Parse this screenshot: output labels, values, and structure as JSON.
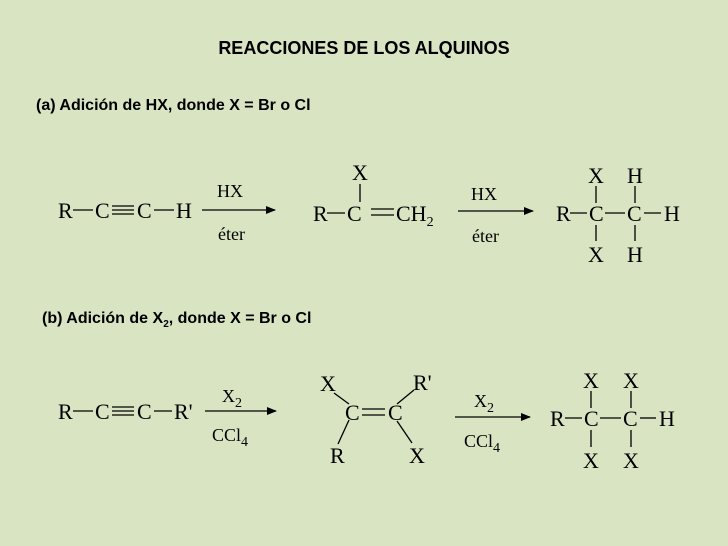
{
  "title": "REACCIONES DE LOS ALQUINOS",
  "section_a": {
    "heading": "(a) Adición de HX, donde X = Br o Cl"
  },
  "section_b": {
    "heading_pre": "(b) Adición de X",
    "heading_sub": "2",
    "heading_post": ", donde X = Br o Cl"
  },
  "atoms": {
    "R": "R",
    "C": "C",
    "H": "H",
    "X": "X",
    "R_prime": "R'",
    "CH": "CH",
    "sub2": "2"
  },
  "reagents": {
    "hx": "HX",
    "eter": "éter",
    "x": "X",
    "x_sub": "2",
    "ccl": "CCl",
    "ccl_sub": "4"
  }
}
